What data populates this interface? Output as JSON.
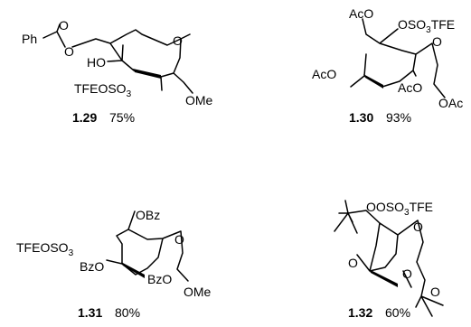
{
  "compounds": [
    {
      "number": "1.29",
      "yield": "75%",
      "labels": {
        "ph": "Ph",
        "o_acetal_top": "O",
        "o_acetal_bottom": "O",
        "o_ring": "O",
        "ho": "HO",
        "tfe_pre": "TFEOSO",
        "tfe_sub": "3",
        "ome": "OMe"
      }
    },
    {
      "number": "1.30",
      "yield": "93%",
      "labels": {
        "aco_top": "AcO",
        "oso_pre": "OSO",
        "oso_sub": "3",
        "oso_post": "TFE",
        "o_ring": "O",
        "aco_left": "AcO",
        "aco_right": "AcO",
        "oac": "OAc"
      }
    },
    {
      "number": "1.31",
      "yield": "80%",
      "labels": {
        "obz": "OBz",
        "tfe_pre": "TFEOSO",
        "tfe_sub": "3",
        "o_ring": "O",
        "bzo_left": "BzO",
        "bzo_right": "BzO",
        "ome": "OMe"
      }
    },
    {
      "number": "1.32",
      "yield": "60%",
      "labels": {
        "oso_pre": "OOSO",
        "oso_sub": "3",
        "oso_post": "TFE",
        "o_ring": "O",
        "o_acetal_left": "O",
        "o_right_a": "O",
        "o_right_b": "O"
      }
    }
  ]
}
